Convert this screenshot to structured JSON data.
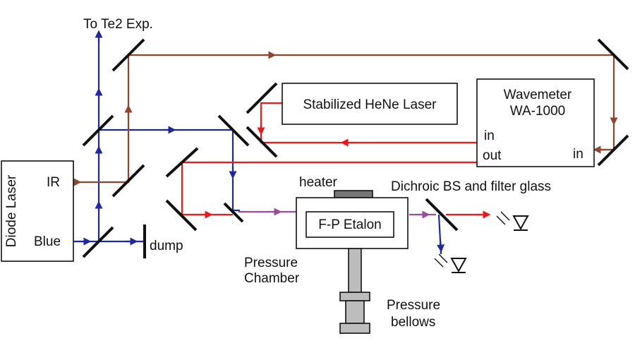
{
  "labels": {
    "to_te2": "To Te2 Exp.",
    "diode_laser": "Diode Laser",
    "ir": "IR",
    "blue": "Blue",
    "dump": "dump",
    "stabilized_hene": "Stabilized HeNe Laser",
    "wavemeter_line1": "Wavemeter",
    "wavemeter_line2": "WA-1000",
    "wm_in_left": "in",
    "wm_out": "out",
    "wm_in_right": "in",
    "heater": "heater",
    "dichroic": "Dichroic BS and filter glass",
    "etalon": "F-P Etalon",
    "pressure_chamber_1": "Pressure",
    "pressure_chamber_2": "Chamber",
    "pressure_bellows_1": "Pressure",
    "pressure_bellows_2": "bellows"
  },
  "colors": {
    "blue_beam": "#1f2a9a",
    "red_beam": "#e8191b",
    "ir_beam": "#8e4630",
    "combined_beam": "#9a4e9a"
  }
}
